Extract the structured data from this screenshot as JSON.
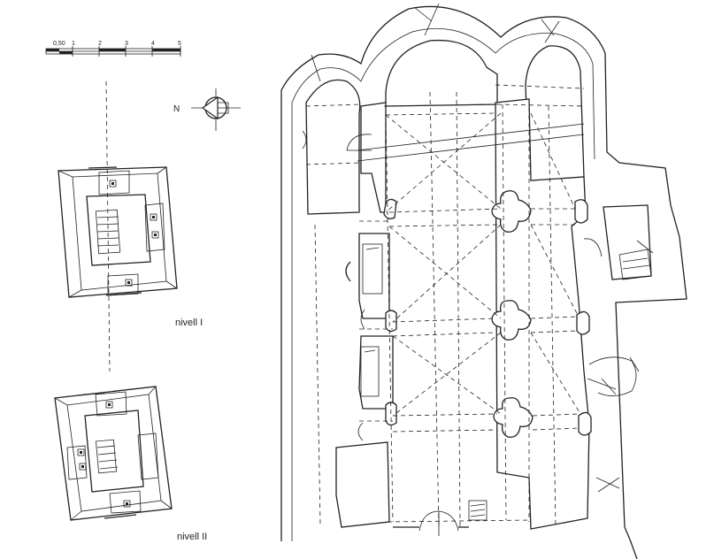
{
  "scale_bar": {
    "labels": [
      "0,50",
      "1",
      "2",
      "3",
      "4",
      "5"
    ]
  },
  "north_arrow": {
    "label": "N"
  },
  "tower_plans": [
    {
      "label": "nivell I"
    },
    {
      "label": "nivell II"
    }
  ]
}
